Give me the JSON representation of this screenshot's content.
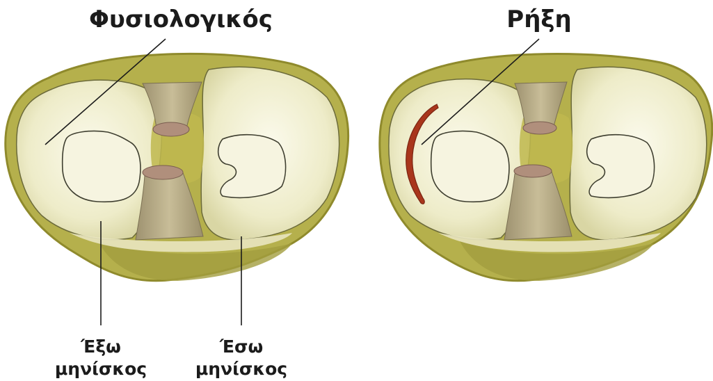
{
  "titles": {
    "normal": "Φυσιολογικός",
    "tear": "Ρήξη"
  },
  "labels": {
    "lateral_line1": "Έξω",
    "lateral_line2": "μηνίσκος",
    "medial_line1": "Έσω",
    "medial_line2": "μηνίσκος"
  },
  "colors": {
    "capsule": "#b5b04c",
    "capsule_dark": "#8f8a2c",
    "meniscus": "#efedcf",
    "plateau": "#f4f2dc",
    "ligament": "#b9ac82",
    "ligament_cap": "#b08f7c",
    "tear": "#a9361c",
    "outline": "#4a4a3a"
  }
}
